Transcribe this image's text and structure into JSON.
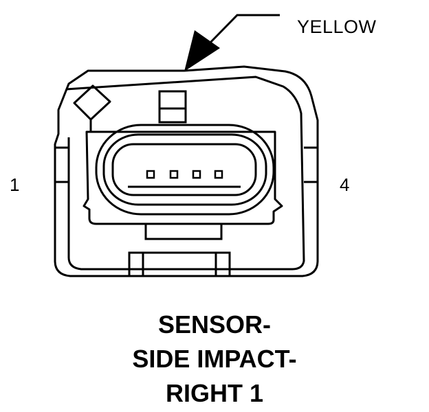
{
  "connector": {
    "wire_color_label": "YELLOW",
    "pin_first_label": "1",
    "pin_last_label": "4",
    "cavity_count": 4
  },
  "caption": {
    "line1": "SENSOR-",
    "line2": "SIDE IMPACT-",
    "line3": "RIGHT 1"
  },
  "colors": {
    "stroke": "#000000",
    "background": "#ffffff"
  }
}
